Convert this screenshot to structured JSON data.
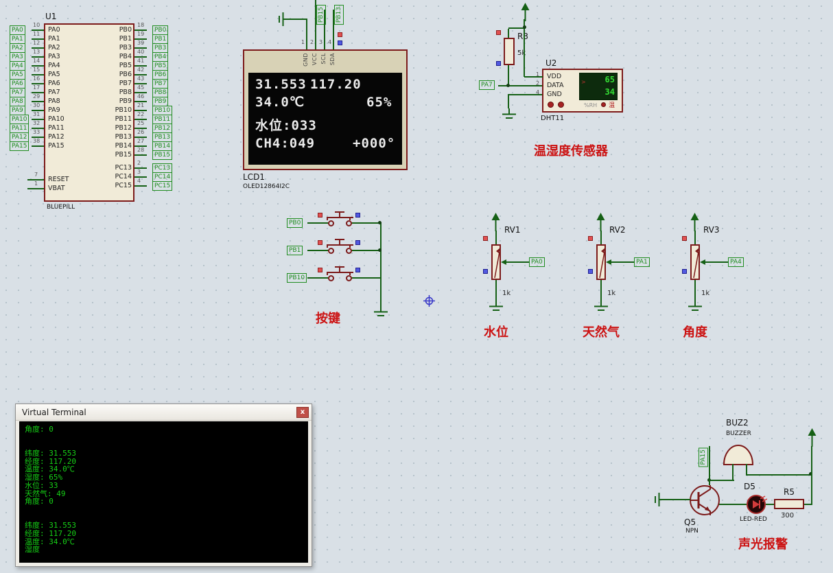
{
  "mcu": {
    "ref": "U1",
    "part": "BLUEPILL",
    "left_pins": [
      {
        "net": "PA0",
        "num": "10",
        "label": "PA0"
      },
      {
        "net": "PA1",
        "num": "11",
        "label": "PA1"
      },
      {
        "net": "PA2",
        "num": "12",
        "label": "PA2"
      },
      {
        "net": "PA3",
        "num": "13",
        "label": "PA3"
      },
      {
        "net": "PA4",
        "num": "14",
        "label": "PA4"
      },
      {
        "net": "PA5",
        "num": "15",
        "label": "PA5"
      },
      {
        "net": "PA6",
        "num": "16",
        "label": "PA6"
      },
      {
        "net": "PA7",
        "num": "17",
        "label": "PA7"
      },
      {
        "net": "PA8",
        "num": "29",
        "label": "PA8"
      },
      {
        "net": "PA9",
        "num": "30",
        "label": "PA9"
      },
      {
        "net": "PA10",
        "num": "31",
        "label": "PA10"
      },
      {
        "net": "PA11",
        "num": "32",
        "label": "PA11"
      },
      {
        "net": "PA12",
        "num": "33",
        "label": "PA12"
      },
      {
        "net": "PA15",
        "num": "38",
        "label": "PA15"
      }
    ],
    "left_extra": [
      {
        "num": "7",
        "label": "RESET"
      },
      {
        "num": "1",
        "label": "VBAT"
      }
    ],
    "right_pins": [
      {
        "net": "PB0",
        "num": "18",
        "label": "PB0"
      },
      {
        "net": "PB1",
        "num": "19",
        "label": "PB1"
      },
      {
        "net": "PB3",
        "num": "39",
        "label": "PB3"
      },
      {
        "net": "PB4",
        "num": "40",
        "label": "PB4"
      },
      {
        "net": "PB5",
        "num": "41",
        "label": "PB5"
      },
      {
        "net": "PB6",
        "num": "42",
        "label": "PB6"
      },
      {
        "net": "PB7",
        "num": "43",
        "label": "PB7"
      },
      {
        "net": "PB8",
        "num": "45",
        "label": "PB8"
      },
      {
        "net": "PB9",
        "num": "46",
        "label": "PB9"
      },
      {
        "net": "PB10",
        "num": "21",
        "label": "PB10"
      },
      {
        "net": "PB11",
        "num": "22",
        "label": "PB11"
      },
      {
        "net": "PB12",
        "num": "25",
        "label": "PB12"
      },
      {
        "net": "PB13",
        "num": "26",
        "label": "PB13"
      },
      {
        "net": "PB14",
        "num": "27",
        "label": "PB14"
      },
      {
        "net": "PB15",
        "num": "28",
        "label": "PB15"
      }
    ],
    "right_extra": [
      {
        "net": "PC13",
        "num": "2",
        "label": "PC13"
      },
      {
        "net": "PC14",
        "num": "3",
        "label": "PC14"
      },
      {
        "net": "PC15",
        "num": "4",
        "label": "PC15"
      }
    ]
  },
  "lcd": {
    "ref": "LCD1",
    "part": "OLED12864I2C",
    "pins": [
      {
        "num": "1",
        "name": "GND"
      },
      {
        "num": "2",
        "name": "VCC"
      },
      {
        "num": "3",
        "name": "SCL"
      },
      {
        "num": "4",
        "name": "SDA"
      }
    ],
    "top_nets": [
      "PB15",
      "PB13"
    ],
    "screen": {
      "lat": "31.553",
      "lon": "117.20",
      "temp": "34.0℃",
      "hum": "65%",
      "water": "水位:033",
      "ch4": "CH4:049",
      "angle": "+000°"
    }
  },
  "dht": {
    "ref": "U2",
    "part": "DHT11",
    "net": "PA7",
    "pins": [
      {
        "num": "1",
        "name": "VDD"
      },
      {
        "num": "2",
        "name": "DATA"
      },
      {
        "num": "4",
        "name": "GND"
      }
    ],
    "display": {
      "hum": "65",
      "temp": "34"
    },
    "display_marker": ">",
    "display_unit": "%RH",
    "display_temp_label": "温",
    "caption": "温湿度传感器"
  },
  "r3": {
    "ref": "R3",
    "value": "5k"
  },
  "keys": {
    "caption": "按键",
    "buttons": [
      {
        "net": "PB0"
      },
      {
        "net": "PB1"
      },
      {
        "net": "PB10"
      }
    ]
  },
  "pots": [
    {
      "ref": "RV1",
      "value": "1k",
      "net": "PA0",
      "caption": "水位"
    },
    {
      "ref": "RV2",
      "value": "1k",
      "net": "PA1",
      "caption": "天然气"
    },
    {
      "ref": "RV3",
      "value": "1k",
      "net": "PA4",
      "caption": "角度"
    }
  ],
  "terminal": {
    "title": "Virtual Terminal",
    "close": "x",
    "lines": [
      "角度: 0",
      "",
      "",
      "纬度: 31.553",
      "经度: 117.20",
      "温度: 34.0℃",
      "湿度: 65%",
      "水位: 33",
      "天然气: 49",
      "角度: 0",
      "",
      "",
      "纬度: 31.553",
      "经度: 117.20",
      "温度: 34.0℃",
      "湿度"
    ]
  },
  "alarm": {
    "caption": "声光报警",
    "net": "PA15",
    "buzzer_ref": "BUZ2",
    "buzzer_part": "BUZZER",
    "transistor_ref": "Q5",
    "transistor_part": "NPN",
    "led_ref": "D5",
    "led_part": "LED-RED",
    "res_ref": "R5",
    "res_value": "300"
  }
}
